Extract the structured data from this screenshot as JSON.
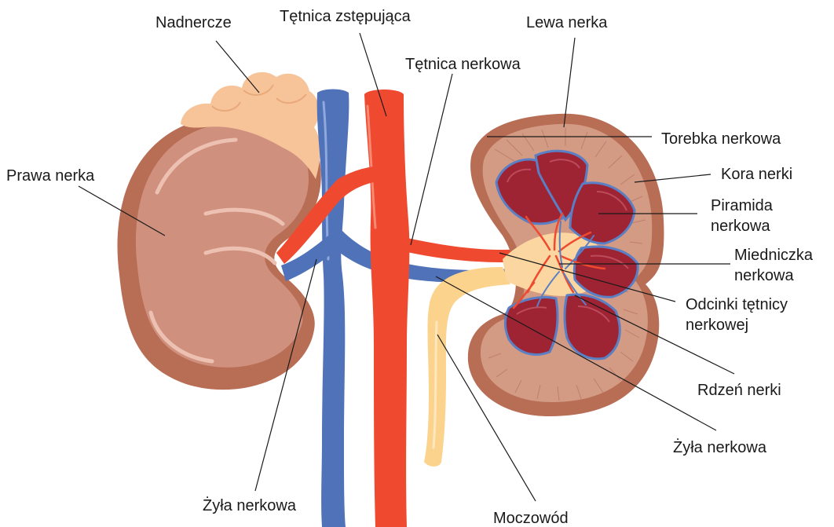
{
  "labels": {
    "adrenal": "Nadnercze",
    "descending_artery": "Tętnica zstępująca",
    "left_kidney": "Lewa nerka",
    "renal_artery": "Tętnica nerkowa",
    "capsule": "Torebka nerkowa",
    "cortex": "Kora nerki",
    "pyramid_1": "Piramida",
    "pyramid_2": "nerkowa",
    "pelvis_1": "Miedniczka",
    "pelvis_2": "nerkowa",
    "artery_segments_1": "Odcinki tętnicy",
    "artery_segments_2": "nerkowej",
    "medulla": "Rdzeń nerki",
    "renal_vein_right": "Żyła nerkowa",
    "right_kidney": "Prawa nerka",
    "renal_vein_left": "Żyła nerkowa",
    "ureter": "Moczowód"
  },
  "colors": {
    "kidney_outer": "#b86d55",
    "kidney_inner": "#d0907e",
    "adrenal": "#f7c49a",
    "vein": "#4f72b8",
    "artery": "#ef4a30",
    "ureter": "#fbd38d",
    "pyramid": "#9e2333",
    "pelvis": "#fbd6a0"
  }
}
